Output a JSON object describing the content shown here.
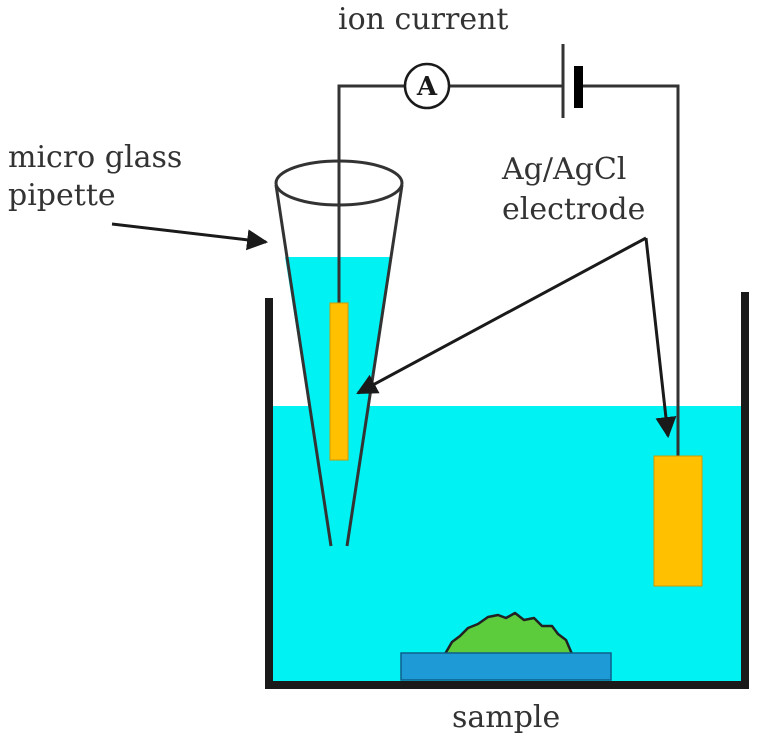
{
  "labels": {
    "ion_current": "ion current",
    "ammeter": "A",
    "pipette_line1": "micro glass",
    "pipette_line2": "pipette",
    "electrode_line1": "Ag/AgCl",
    "electrode_line2": "electrode",
    "sample": "sample"
  },
  "colors": {
    "solution": "#00F2F2",
    "electrode": "#FFC000",
    "sample_base": "#1E9BD7",
    "sample_blob": "#5CCB3C",
    "container": "#1a1a1a",
    "wire": "#333333",
    "text": "#333333"
  },
  "icons": {
    "ammeter": "ammeter-icon",
    "battery": "battery-icon",
    "arrow": "arrow-icon"
  }
}
